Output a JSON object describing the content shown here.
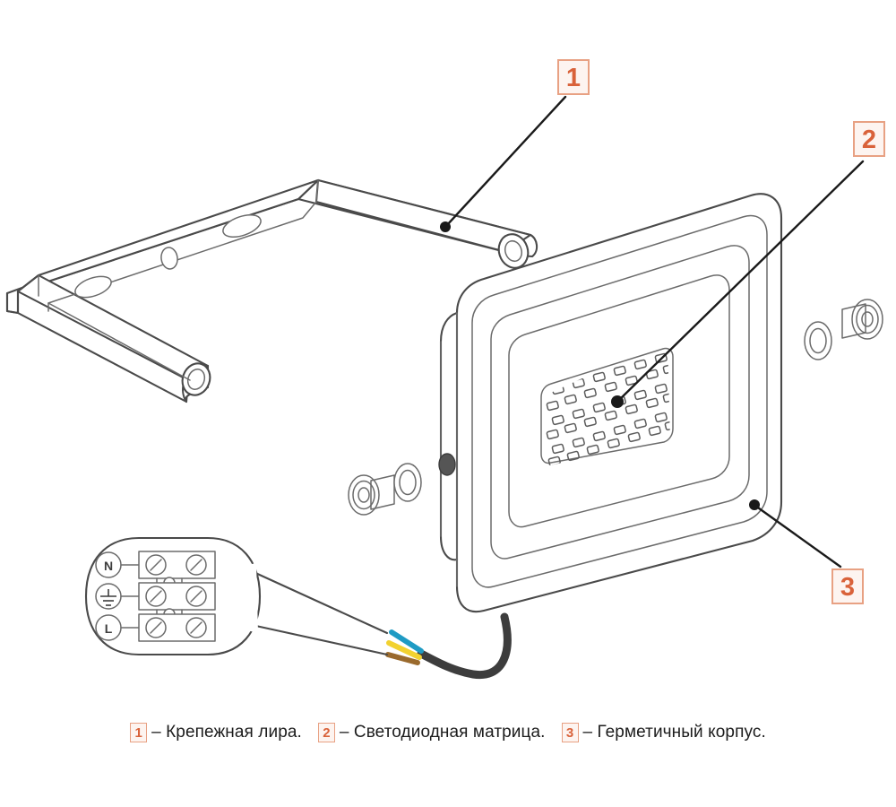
{
  "diagram": {
    "title": "LED floodlight exploded assembly diagram",
    "background_color": "#ffffff",
    "line_color": "#4a4a4a",
    "accent_color": "#d9623a",
    "badge_border_color": "#e8a183",
    "badge_fill_color": "#fdf4f0"
  },
  "callouts": [
    {
      "id": "1",
      "label": "1",
      "target": "mounting-bracket"
    },
    {
      "id": "2",
      "label": "2",
      "target": "led-matrix"
    },
    {
      "id": "3",
      "label": "3",
      "target": "sealed-housing"
    }
  ],
  "caption": {
    "items": [
      {
        "num": "1",
        "dash": "–",
        "text": "Крепежная лира."
      },
      {
        "num": "2",
        "dash": "–",
        "text": "Светодиодная матрица."
      },
      {
        "num": "3",
        "dash": "–",
        "text": "Герметичный корпус."
      }
    ]
  },
  "terminal_block": {
    "rows": [
      {
        "label": "N",
        "icon": "neutral-terminal",
        "screws": 2
      },
      {
        "label": "",
        "icon": "earth-ground-symbol",
        "screws": 2
      },
      {
        "label": "L",
        "icon": "live-terminal",
        "screws": 2
      }
    ]
  },
  "cable": {
    "wires": [
      {
        "name": "neutral-wire",
        "color": "#1f9bc4"
      },
      {
        "name": "earth-wire",
        "color": "#f2d230"
      },
      {
        "name": "live-wire",
        "color": "#9a6a2d"
      }
    ],
    "sheath_color": "#3d3d3d"
  },
  "led_matrix": {
    "columns": 7,
    "rows": 6,
    "chip_count": 38
  },
  "hardware": [
    {
      "name": "hex-bolt-left",
      "parts": [
        "hex-bolt",
        "washer"
      ]
    },
    {
      "name": "hex-bolt-right",
      "parts": [
        "hex-bolt",
        "washer"
      ]
    }
  ],
  "bracket": {
    "name": "mounting-bracket",
    "slot_count": 2,
    "round_hole_count": 1,
    "pivot_holes": 2
  }
}
